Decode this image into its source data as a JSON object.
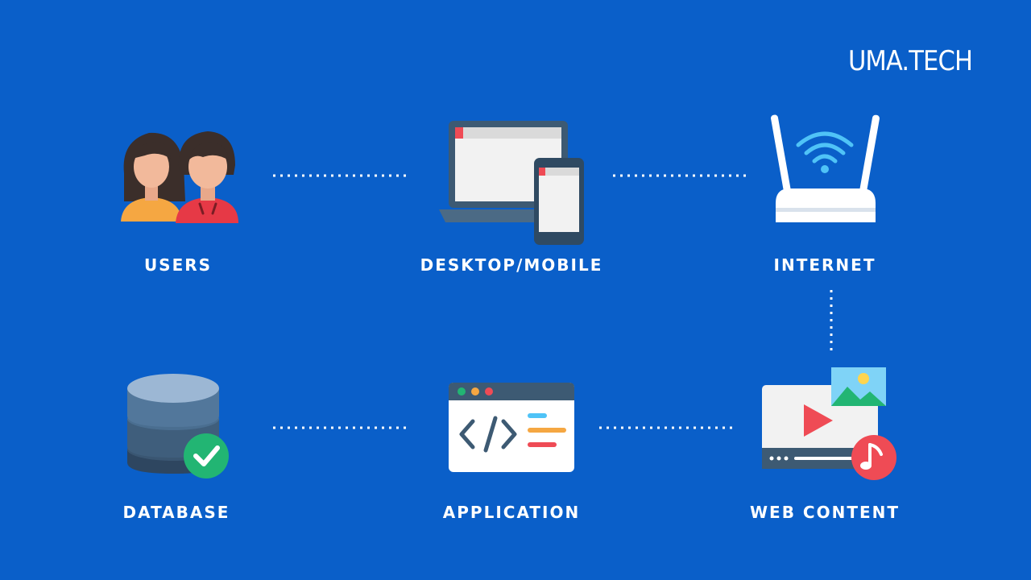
{
  "brand": {
    "name": "UMA.TECH"
  },
  "colors": {
    "background": "#0A5FC9",
    "label_text": "#FFFFFF",
    "connector": "#FFFFFF",
    "accent_red": "#EF4B55",
    "accent_green": "#22B573",
    "accent_blue": "#4FC3F7",
    "accent_yellow": "#FFD54F",
    "accent_orange": "#F5A742"
  },
  "nodes": {
    "users": {
      "label": "USERS",
      "icon": "users-icon"
    },
    "desktop_mobile": {
      "label": "DESKTOP/MOBILE",
      "icon": "desktop-mobile-icon"
    },
    "internet": {
      "label": "INTERNET",
      "icon": "router-wifi-icon"
    },
    "database": {
      "label": "DATABASE",
      "icon": "database-check-icon"
    },
    "application": {
      "label": "APPLICATION",
      "icon": "code-window-icon"
    },
    "web_content": {
      "label": "WEB CONTENT",
      "icon": "media-content-icon"
    }
  },
  "connections": [
    {
      "from": "users",
      "to": "desktop_mobile",
      "style": "dotted"
    },
    {
      "from": "desktop_mobile",
      "to": "internet",
      "style": "dotted"
    },
    {
      "from": "internet",
      "to": "web_content",
      "style": "dotted"
    },
    {
      "from": "web_content",
      "to": "application",
      "style": "dotted"
    },
    {
      "from": "application",
      "to": "database",
      "style": "dotted"
    }
  ]
}
